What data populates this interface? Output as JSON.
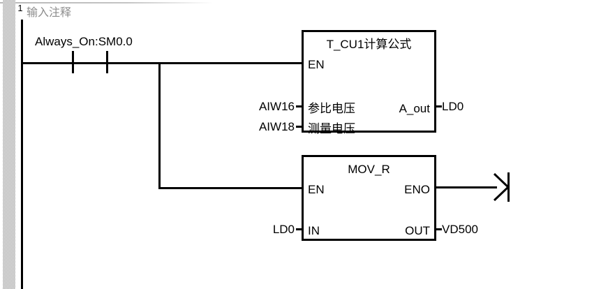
{
  "editor": {
    "rung_number": "1",
    "comment_placeholder": "输入注释",
    "comment_color": "#8c8c8c",
    "line_color": "#000000",
    "background": "#ffffff"
  },
  "rung": {
    "contact": {
      "type": "normally-open-contact",
      "label": "Always_On:SM0.0"
    },
    "blocks": [
      {
        "id": "t-cu1",
        "title": "T_CU1计算公式",
        "enable_pin": "EN",
        "inputs": [
          {
            "pin": "参比电压",
            "operand": "AIW16"
          },
          {
            "pin": "测量电压",
            "operand": "AIW18"
          }
        ],
        "outputs": [
          {
            "pin": "A_out",
            "operand": "LD0"
          }
        ]
      },
      {
        "id": "mov-r",
        "title": "MOV_R",
        "enable_pin": "EN",
        "enable_out_pin": "ENO",
        "inputs": [
          {
            "pin": "IN",
            "operand": "LD0"
          }
        ],
        "outputs": [
          {
            "pin": "OUT",
            "operand": "VD500"
          }
        ]
      }
    ],
    "end_marker": "rung-continuation-arrow"
  }
}
